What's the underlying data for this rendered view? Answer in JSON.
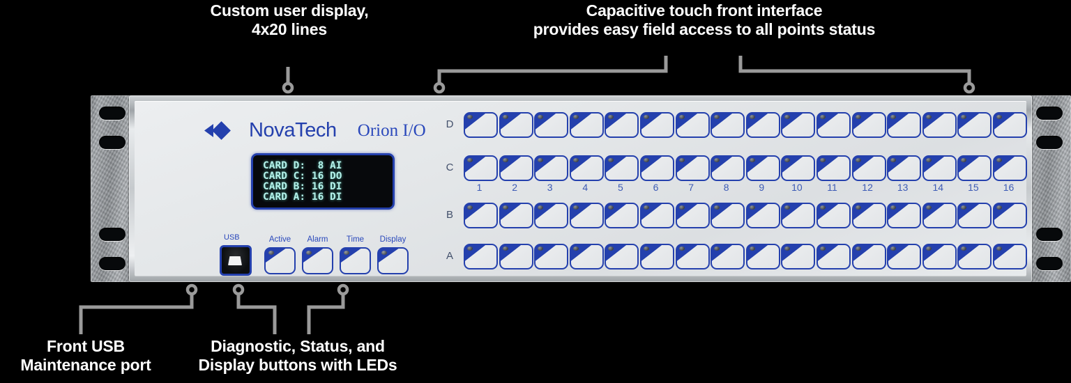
{
  "annotations": [
    {
      "id": "display-callout",
      "text": "Custom user display,\n4x20 lines"
    },
    {
      "id": "touch-callout",
      "text": "Capacitive touch front interface\nprovides easy field access to all points status"
    },
    {
      "id": "usb-callout",
      "text": "Front USB\nMaintenance port"
    },
    {
      "id": "buttons-callout",
      "text": "Diagnostic, Status, and\nDisplay buttons with LEDs"
    }
  ],
  "device": {
    "brand": "NovaTech",
    "model": "Orion I/O",
    "lcd": {
      "lines": [
        "CARD D:  8 AI",
        "CARD C: 16 DO",
        "CARD B: 16 DI",
        "CARD A: 16 DI"
      ]
    },
    "usb_label": "USB",
    "buttons": [
      {
        "label": "Active"
      },
      {
        "label": "Alarm"
      },
      {
        "label": "Time"
      },
      {
        "label": "Display"
      }
    ],
    "grid": {
      "row_labels": [
        "D",
        "C",
        "B",
        "A"
      ],
      "column_numbers": [
        "1",
        "2",
        "3",
        "4",
        "5",
        "6",
        "7",
        "8",
        "9",
        "10",
        "11",
        "12",
        "13",
        "14",
        "15",
        "16"
      ]
    }
  },
  "colors": {
    "brand_blue": "#2440ad",
    "lcd_text": "#b3f2ea",
    "lcd_background": "#07090c",
    "callout_text": "#ffffff",
    "leader_line": "#9a9a9a",
    "faceplate": "#e4e7e9"
  }
}
